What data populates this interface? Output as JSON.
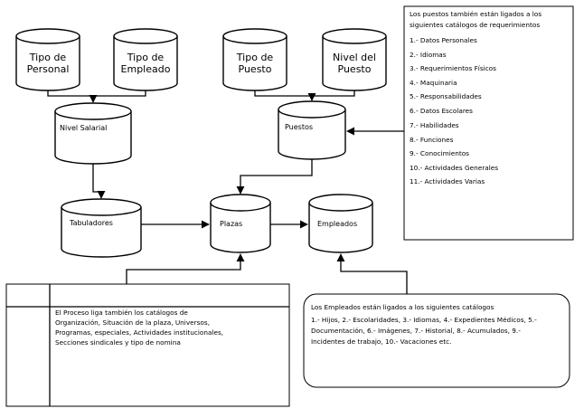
{
  "nodes": {
    "tipo_personal": [
      "Tipo de",
      "Personal"
    ],
    "tipo_empleado": [
      "Tipo de",
      "Empleado"
    ],
    "tipo_puesto": [
      "Tipo de",
      "Puesto"
    ],
    "nivel_puesto": [
      "Nivel del",
      "Puesto"
    ],
    "nivel_salarial": "Nivel Salarial",
    "puestos": "Puestos",
    "tabuladores": "Tabuladores",
    "plazas": "Plazas",
    "empleados": "Empleados"
  },
  "puestos_note": {
    "title": [
      "Los puestos también están ligados a los",
      "siguientes catálogos de requerimientos"
    ],
    "items": [
      "1.- Datos Personales",
      "2.- Idiomas",
      "3.- Requerimientos Físicos",
      "4.- Maquinaria",
      "5.- Responsabilidades",
      "6.- Datos Escolares",
      "7.- Habilidades",
      "8.- Funciones",
      "9.- Conocimientos",
      "10.- Actividades Generales",
      "11.- Actividades Varias"
    ]
  },
  "proceso_note": {
    "lines": [
      "El Proceso liga también los catálogos de",
      "Organización, Situación de la plaza, Universos,",
      "Programas, especiales, Actividades institucionales,",
      "Secciones sindicales y tipo de nomina"
    ]
  },
  "empleados_note": {
    "lines": [
      "Los Empleados están ligados a los siguientes catálogos",
      "1.- Hijos, 2.- Escolaridades, 3.- Idiomas, 4.- Expedientes Médicos, 5.-",
      "Documentación, 6.- Imágenes, 7.- Historial, 8.- Acumulados, 9.-",
      "Incidentes de trabajo, 10.- Vacaciones etc."
    ]
  }
}
